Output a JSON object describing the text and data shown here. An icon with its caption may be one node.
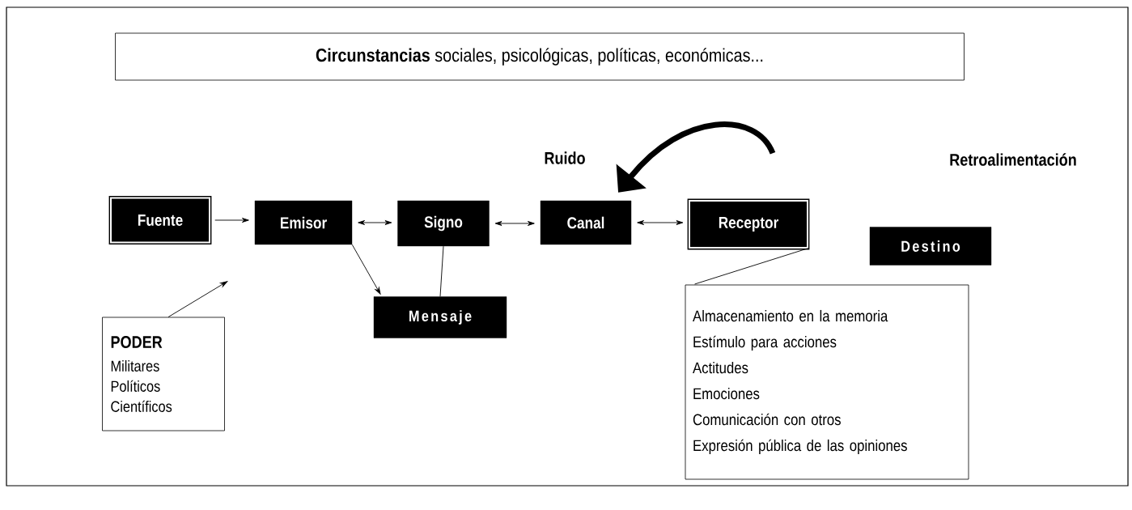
{
  "diagram": {
    "nodes": [
      {
        "text": [
          "**Circunstancias** sociales, psicológicas, políticas, económicas..."
        ]
      },
      {
        "text": [
          "Fuente"
        ]
      },
      {
        "text": [
          "Emisor"
        ]
      },
      {
        "text": [
          "Signo"
        ]
      },
      {
        "text": [
          "Canal"
        ]
      },
      {
        "text": [
          "Receptor"
        ]
      },
      {
        "text": [
          "Destino"
        ]
      },
      {
        "text": [
          "Mensaje"
        ]
      },
      {
        "text": [
          "PODER",
          "Militares",
          "Políticos",
          "Científicos"
        ]
      },
      {
        "text": [
          "Almacenamiento en la memoria",
          "Estímulo para acciones",
          "Actitudes",
          "Emociones",
          "Comunicación con otros",
          "Expresión pública de las opiniones"
        ]
      }
    ],
    "edges": [
      {
        "from": 1,
        "to": 2,
        "arrow": "to"
      },
      {
        "from": 2,
        "to": 3,
        "arrow": "both"
      },
      {
        "from": 3,
        "to": 4,
        "arrow": "both"
      },
      {
        "from": 4,
        "to": 5,
        "arrow": "both"
      },
      {
        "from": 2,
        "to": 7,
        "arrow": "to"
      },
      {
        "from": 3,
        "to": 7,
        "arrow": "none"
      },
      {
        "from": 5,
        "to": 9,
        "arrow": "none"
      },
      {
        "from": 8,
        "to": null,
        "arrow": "to"
      },
      {
        "from": 5,
        "to": 4,
        "arrow": "to",
        "style": "thick"
      }
    ],
    "labels": [
      "Ruido",
      "Retroalimentación"
    ]
  }
}
